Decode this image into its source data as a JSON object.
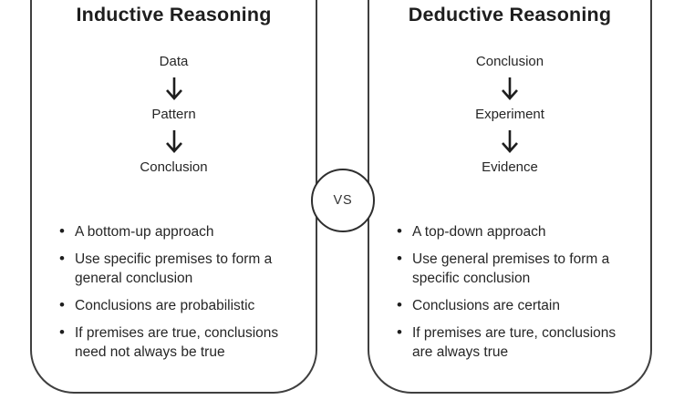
{
  "comparison": {
    "vs_label": "VS",
    "left": {
      "title": "Inductive Reasoning",
      "flow": [
        "Data",
        "Pattern",
        "Conclusion"
      ],
      "bullets": [
        "A bottom-up approach",
        "Use specific premises to form a\ngeneral conclusion",
        "Conclusions are probabilistic",
        "If premises are true, conclusions\nneed not always be true"
      ]
    },
    "right": {
      "title": "Deductive Reasoning",
      "flow": [
        "Conclusion",
        "Experiment",
        "Evidence"
      ],
      "bullets": [
        "A top-down approach",
        "Use general premises to form a\nspecific conclusion",
        "Conclusions are certain",
        "If premises are ture, conclusions\nare always true"
      ]
    }
  },
  "colors": {
    "background": "#ffffff",
    "text": "#222222",
    "border": "#3f3f3f"
  }
}
